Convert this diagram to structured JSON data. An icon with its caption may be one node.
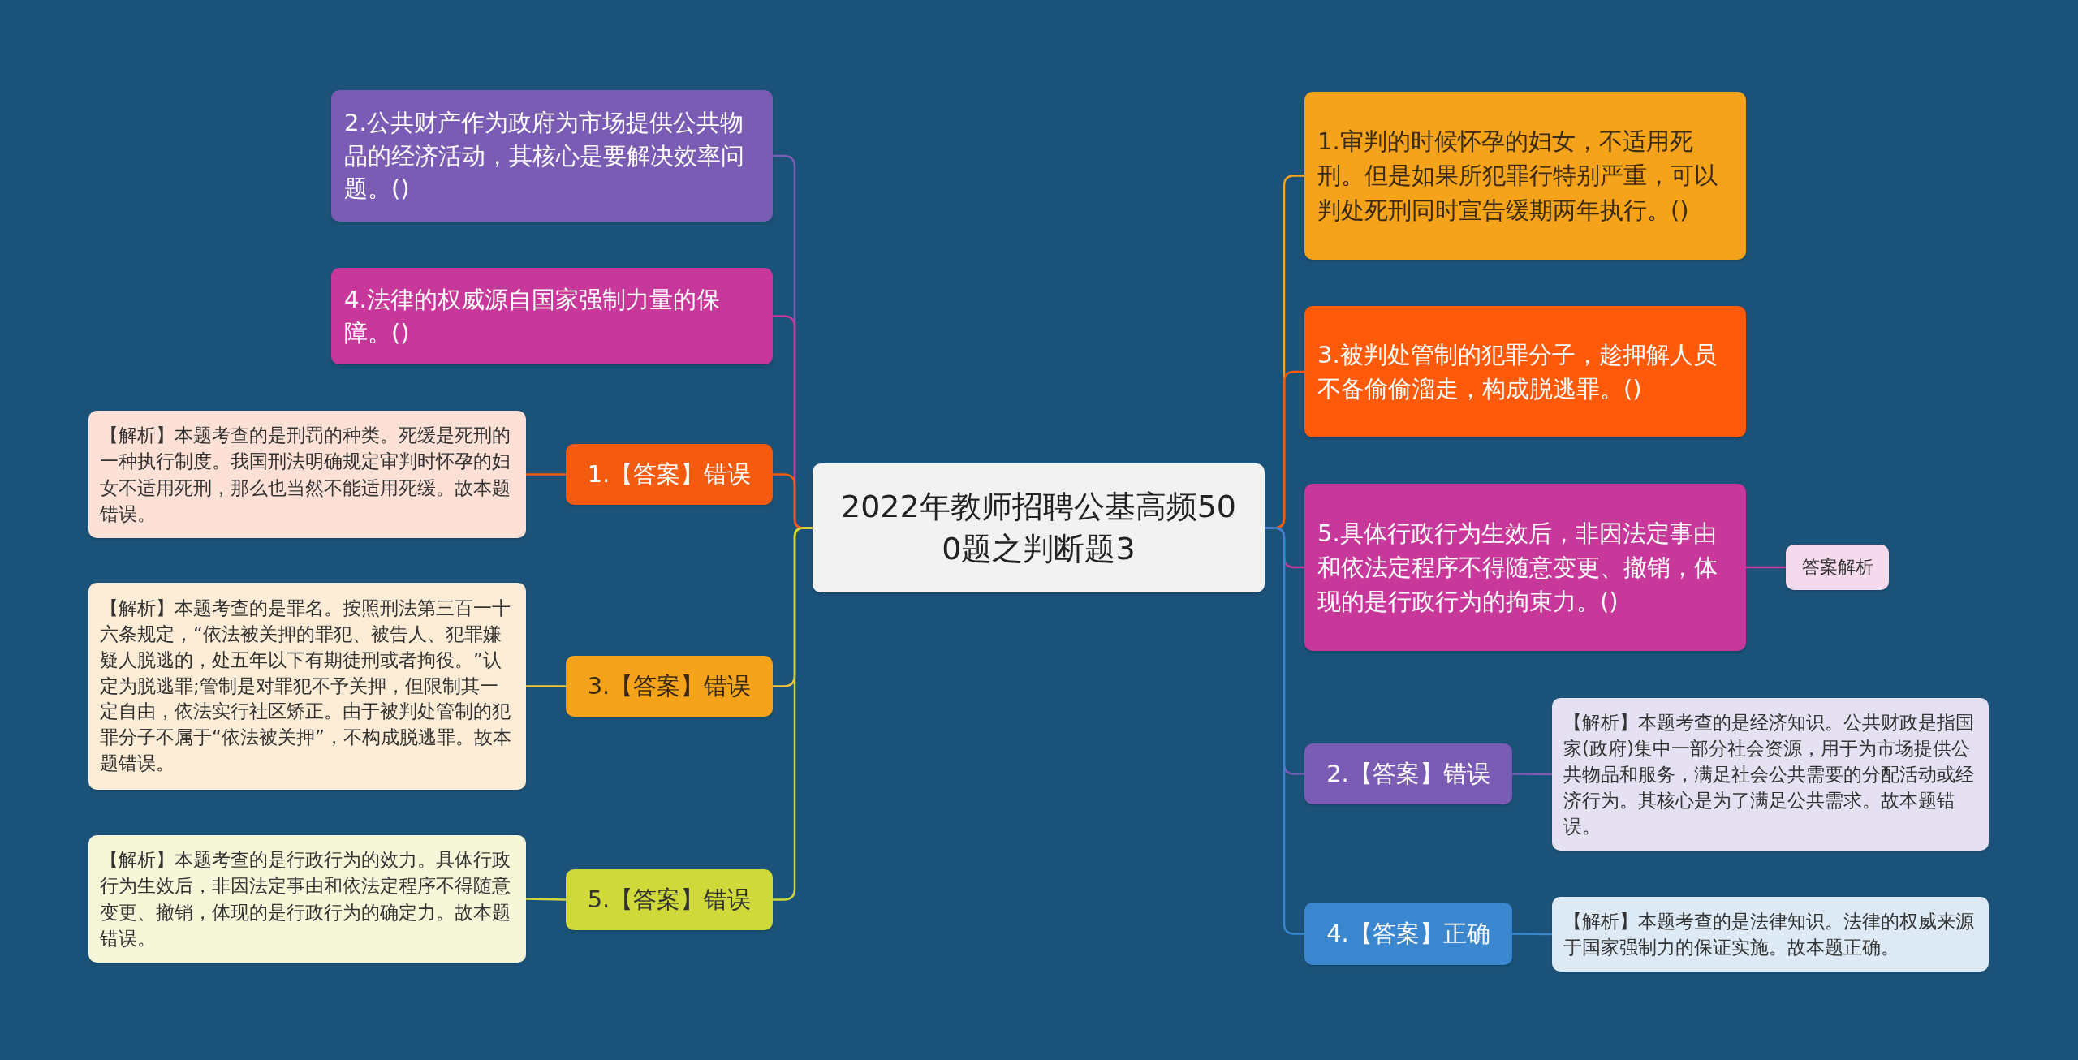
{
  "diagram": {
    "nodes": [
      {
        "text": [
          "2022年教师招聘公基高频500题之判断题3"
        ]
      },
      {
        "text": [
          "2.公共财产作为政府为市场提供公共物品的经济活动，其核心是要解决效率问题。()"
        ]
      },
      {
        "text": [
          "4.法律的权威源自国家强制力量的保障。()"
        ]
      },
      {
        "text": [
          "1.【答案】错误"
        ]
      },
      {
        "text": [
          "【解析】本题考查的是刑罚的种类。死缓是死刑的一种执行制度。我国刑法明确规定审判时怀孕的妇女不适用死刑，那么也当然不能适用死缓。故本题错误。"
        ]
      },
      {
        "text": [
          "3.【答案】错误"
        ]
      },
      {
        "text": [
          "【解析】本题考查的是罪名。按照刑法第三百一十六条规定，“依法被关押的罪犯、被告人、犯罪嫌疑人脱逃的，处五年以下有期徒刑或者拘役。”认定为脱逃罪;管制是对罪犯不予关押，但限制其一定自由，依法实行社区矫正。由于被判处管制的犯罪分子不属于“依法被关押”，不构成脱逃罪。故本题错误。"
        ]
      },
      {
        "text": [
          "5.【答案】错误"
        ]
      },
      {
        "text": [
          "【解析】本题考查的是行政行为的效力。具体行政行为生效后，非因法定事由和依法定程序不得随意变更、撤销，体现的是行政行为的确定力。故本题错误。"
        ]
      },
      {
        "text": [
          "1.审判的时候怀孕的妇女，不适用死刑。但是如果所犯罪行特别严重，可以判处死刑同时宣告缓期两年执行。()"
        ]
      },
      {
        "text": [
          "3.被判处管制的犯罪分子，趁押解人员不备偷偷溜走，构成脱逃罪。()"
        ]
      },
      {
        "text": [
          "5.具体行政行为生效后，非因法定事由和依法定程序不得随意变更、撤销，体现的是行政行为的拘束力。()"
        ]
      },
      {
        "text": [
          "答案解析"
        ]
      },
      {
        "text": [
          "2.【答案】错误"
        ]
      },
      {
        "text": [
          "【解析】本题考查的是经济知识。公共财政是指国家(政府)集中一部分社会资源，用于为市场提供公共物品和服务，满足社会公共需要的分配活动或经济行为。其核心是为了满足公共需求。故本题错误。"
        ]
      },
      {
        "text": [
          "4.【答案】正确"
        ]
      },
      {
        "text": [
          "【解析】本题考查的是法律知识。法律的权威来源于国家强制力的保证实施。故本题正确。"
        ]
      }
    ],
    "edges": [
      {
        "from": 0,
        "to": 1,
        "arrow": "none",
        "color": "#7b5cb5"
      },
      {
        "from": 0,
        "to": 2,
        "arrow": "none",
        "color": "#c8379a"
      },
      {
        "from": 0,
        "to": 3,
        "arrow": "none",
        "color": "#f55b0e"
      },
      {
        "from": 3,
        "to": 4,
        "arrow": "none",
        "color": "#f55b0e"
      },
      {
        "from": 0,
        "to": 5,
        "arrow": "none",
        "color": "#f5c33a"
      },
      {
        "from": 5,
        "to": 6,
        "arrow": "none",
        "color": "#f5c33a"
      },
      {
        "from": 0,
        "to": 7,
        "arrow": "none",
        "color": "#cfd93a"
      },
      {
        "from": 7,
        "to": 8,
        "arrow": "none",
        "color": "#cfd93a"
      },
      {
        "from": 0,
        "to": 9,
        "arrow": "none",
        "color": "#f6a31c"
      },
      {
        "from": 0,
        "to": 10,
        "arrow": "none",
        "color": "#ff5a0a"
      },
      {
        "from": 0,
        "to": 11,
        "arrow": "none",
        "color": "#c8379a"
      },
      {
        "from": 11,
        "to": 12,
        "arrow": "none",
        "color": "#c8379a"
      },
      {
        "from": 0,
        "to": 13,
        "arrow": "none",
        "color": "#7b5cb5"
      },
      {
        "from": 13,
        "to": 14,
        "arrow": "none",
        "color": "#7b5cb5"
      },
      {
        "from": 0,
        "to": 15,
        "arrow": "none",
        "color": "#3a87d0"
      },
      {
        "from": 15,
        "to": 16,
        "arrow": "none",
        "color": "#3a87d0"
      }
    ]
  }
}
